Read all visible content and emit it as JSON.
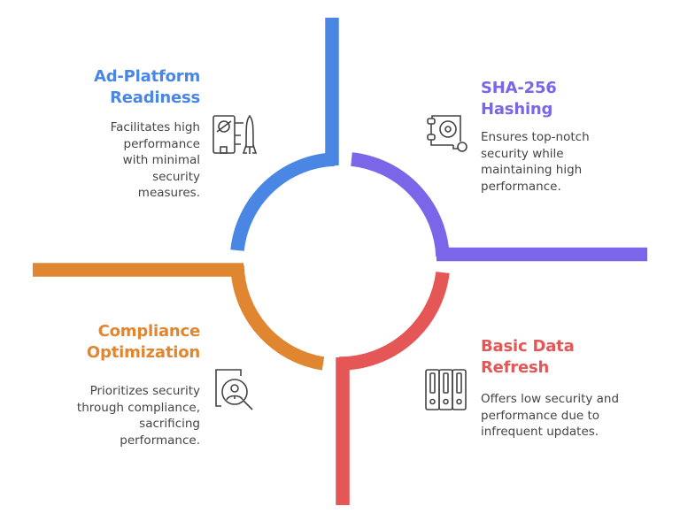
{
  "colors": {
    "blue": "#4a86e4",
    "purple": "#7b65e8",
    "red": "#e55757",
    "orange": "#e08530",
    "text": "#444444"
  },
  "quadrants": [
    {
      "title_lines": [
        "Ad-Platform",
        "Readiness"
      ],
      "desc_lines": [
        "Facilitates high",
        "performance",
        "with minimal",
        "security",
        "measures."
      ],
      "icon": "rocket-planet-icon"
    },
    {
      "title_lines": [
        "SHA-256",
        "Hashing"
      ],
      "desc_lines": [
        "Ensures top-notch",
        "security while",
        "maintaining high",
        "performance."
      ],
      "icon": "hard-drive-icon"
    },
    {
      "title_lines": [
        "Compliance",
        "Optimization"
      ],
      "desc_lines": [
        "Prioritizes security",
        "through compliance,",
        "sacrificing",
        "performance."
      ],
      "icon": "user-search-icon"
    },
    {
      "title_lines": [
        "Basic Data",
        "Refresh"
      ],
      "desc_lines": [
        "Offers low security and",
        "performance due to",
        "infrequent updates."
      ],
      "icon": "binders-icon"
    }
  ]
}
